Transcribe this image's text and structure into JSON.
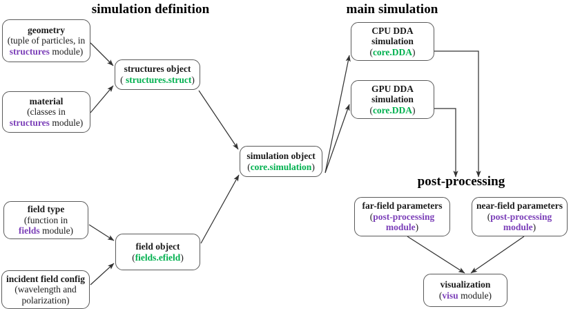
{
  "titles": {
    "simulation_definition": "simulation definition",
    "main_simulation": "main simulation",
    "post_processing": "post-processing"
  },
  "colors": {
    "module_purple": "#7b3fb8",
    "code_green": "#00b04f",
    "box_border": "#595959",
    "text_black": "#1a1a1a",
    "background": "#ffffff"
  },
  "nodes": {
    "geometry": {
      "line1": "geometry",
      "line2": "(tuple of particles, in",
      "line3_module": "structures",
      "line3_rest": " module)"
    },
    "material": {
      "line1": "material",
      "line2": "(classes in",
      "line3_module": "structures",
      "line3_rest": " module)"
    },
    "structures_object": {
      "line1": "structures object",
      "line2_open": "( ",
      "line2_code": "structures.struct",
      "line2_close": ")"
    },
    "field_type": {
      "line1": "field type",
      "line2": "(function in",
      "line3_module": "fields",
      "line3_rest": " module)"
    },
    "incident_field_config": {
      "line1": "incident field config",
      "line2": "(wavelength and",
      "line3": "polarization)"
    },
    "field_object": {
      "line1": "field object",
      "line2_open": "(",
      "line2_code": "fields.efield",
      "line2_close": ")"
    },
    "simulation_object": {
      "line1": "simulation object",
      "line2_open": "(",
      "line2_code": "core.simulation",
      "line2_close": ")"
    },
    "cpu_dda": {
      "line1": "CPU DDA",
      "line2": "simulation",
      "line3_open": "(",
      "line3_code": "core.DDA",
      "line3_close": ")"
    },
    "gpu_dda": {
      "line1": "GPU DDA",
      "line2": "simulation",
      "line3_open": "(",
      "line3_code": "core.DDA",
      "line3_close": ")"
    },
    "far_field": {
      "line1": "far-field parameters",
      "line2_open": "(",
      "line2_module": "post-processing",
      "line3_module": "module",
      "line3_close": ")"
    },
    "near_field": {
      "line1": "near-field parameters",
      "line2_open": "(",
      "line2_module": "post-processing",
      "line3_module": "module",
      "line3_close": ")"
    },
    "visualization": {
      "line1": "visualization",
      "line2_open": "(",
      "line2_module": "visu",
      "line2_rest": " module)"
    }
  }
}
